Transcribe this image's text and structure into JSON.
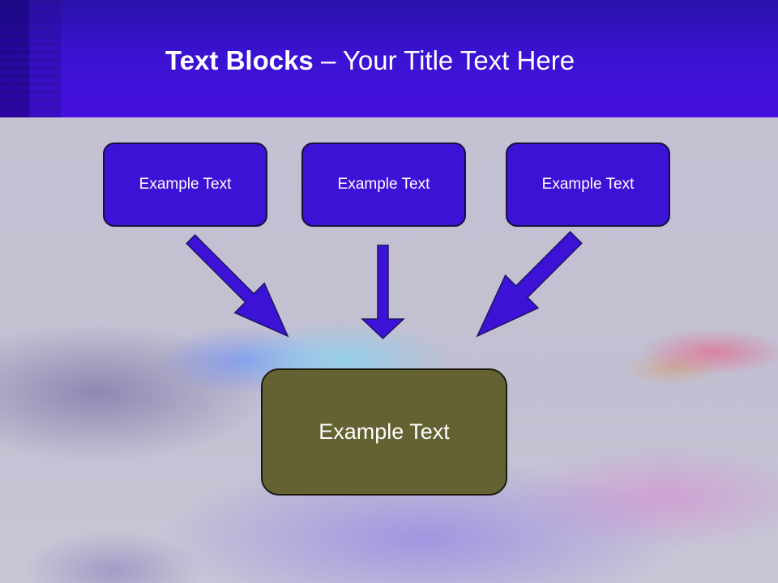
{
  "slide": {
    "title_bold": "Text Blocks",
    "title_rest": " – Your Title Text Here"
  },
  "diagram": {
    "top_boxes": [
      {
        "label": "Example Text"
      },
      {
        "label": "Example Text"
      },
      {
        "label": "Example Text"
      }
    ],
    "bottom_box": {
      "label": "Example Text"
    },
    "colors": {
      "header": "#3a12d2",
      "top_box_fill": "#3c12d6",
      "arrow_fill": "#3c12d6",
      "bottom_box_fill": "#646133"
    }
  }
}
